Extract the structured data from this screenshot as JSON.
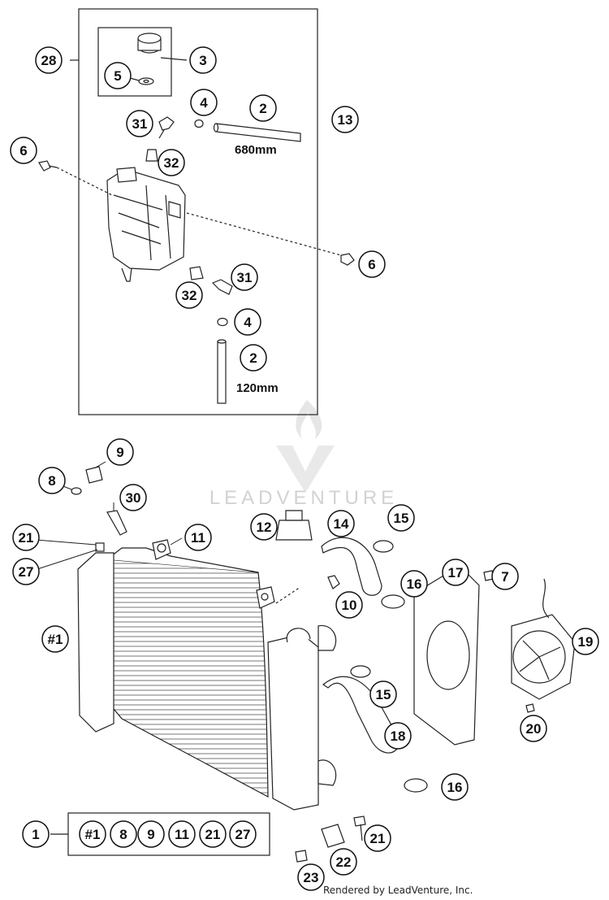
{
  "watermark": {
    "text": "LEADVENTURE"
  },
  "footer": {
    "text": "Rendered by LeadVenture, Inc."
  },
  "dimensions": {
    "hose_upper": "680mm",
    "hose_lower": "120mm"
  },
  "callouts": [
    {
      "id": "c28",
      "label": "28"
    },
    {
      "id": "c3",
      "label": "3"
    },
    {
      "id": "c5",
      "label": "5"
    },
    {
      "id": "c4a",
      "label": "4"
    },
    {
      "id": "c2a",
      "label": "2"
    },
    {
      "id": "c13",
      "label": "13"
    },
    {
      "id": "c31a",
      "label": "31"
    },
    {
      "id": "c32a",
      "label": "32"
    },
    {
      "id": "c6a",
      "label": "6"
    },
    {
      "id": "c6b",
      "label": "6"
    },
    {
      "id": "c31b",
      "label": "31"
    },
    {
      "id": "c32b",
      "label": "32"
    },
    {
      "id": "c4b",
      "label": "4"
    },
    {
      "id": "c2b",
      "label": "2"
    },
    {
      "id": "c9",
      "label": "9"
    },
    {
      "id": "c8",
      "label": "8"
    },
    {
      "id": "c30",
      "label": "30"
    },
    {
      "id": "c12",
      "label": "12"
    },
    {
      "id": "c14",
      "label": "14"
    },
    {
      "id": "c15a",
      "label": "15"
    },
    {
      "id": "c21a",
      "label": "21"
    },
    {
      "id": "c11",
      "label": "11"
    },
    {
      "id": "c27",
      "label": "27"
    },
    {
      "id": "c17",
      "label": "17"
    },
    {
      "id": "c7",
      "label": "7"
    },
    {
      "id": "c16a",
      "label": "16"
    },
    {
      "id": "c10",
      "label": "10"
    },
    {
      "id": "c1a",
      "label": "#1"
    },
    {
      "id": "c19",
      "label": "19"
    },
    {
      "id": "c15b",
      "label": "15"
    },
    {
      "id": "c18",
      "label": "18"
    },
    {
      "id": "c20",
      "label": "20"
    },
    {
      "id": "c16b",
      "label": "16"
    },
    {
      "id": "c1",
      "label": "1"
    },
    {
      "id": "c21b",
      "label": "21"
    },
    {
      "id": "c22",
      "label": "22"
    },
    {
      "id": "c23",
      "label": "23"
    }
  ],
  "kit_contents": [
    {
      "id": "k1",
      "label": "#1"
    },
    {
      "id": "k8",
      "label": "8"
    },
    {
      "id": "k9",
      "label": "9"
    },
    {
      "id": "k11",
      "label": "11"
    },
    {
      "id": "k21",
      "label": "21"
    },
    {
      "id": "k27",
      "label": "27"
    }
  ]
}
